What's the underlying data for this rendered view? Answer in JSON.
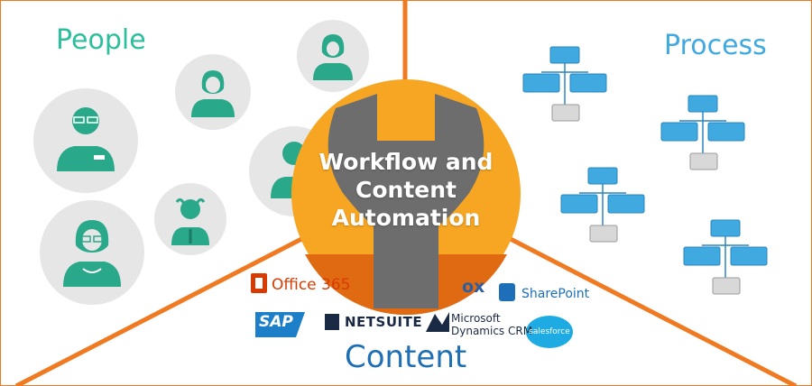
{
  "sections": {
    "people": "People",
    "process": "Process",
    "content": "Content"
  },
  "center": {
    "lines": [
      "Workflow and",
      "Content",
      "Automation"
    ]
  },
  "logos": {
    "office": "Office 365",
    "box": "ox",
    "sharepoint": "SharePoint",
    "sap": "SAP",
    "netsuite": "NETSUITE",
    "dynamics_line1": "Microsoft",
    "dynamics_line2": "Dynamics CRM",
    "salesforce": "salesforce"
  },
  "colors": {
    "divider": "#f07a22",
    "people_accent": "#2bbf9c",
    "process_accent": "#3fa9e0",
    "content_accent": "#1f6fb6",
    "avatar_bg": "#e6e6e6",
    "avatar_figure": "#2aa88a",
    "wrench_gray": "#6d6d6d",
    "circle_orange": "#f6a623",
    "circle_dark": "#e06a12",
    "flow_box": "#3fa9e0",
    "flow_leaf": "#d8d8d8"
  },
  "icons": {
    "people": [
      "man-glasses-avatar",
      "woman-avatar",
      "woman-avatar",
      "man-glasses-avatar",
      "old-man-avatar",
      "woman-glasses-avatar"
    ],
    "process": "flowchart-icon",
    "center": "wrench-icon"
  }
}
